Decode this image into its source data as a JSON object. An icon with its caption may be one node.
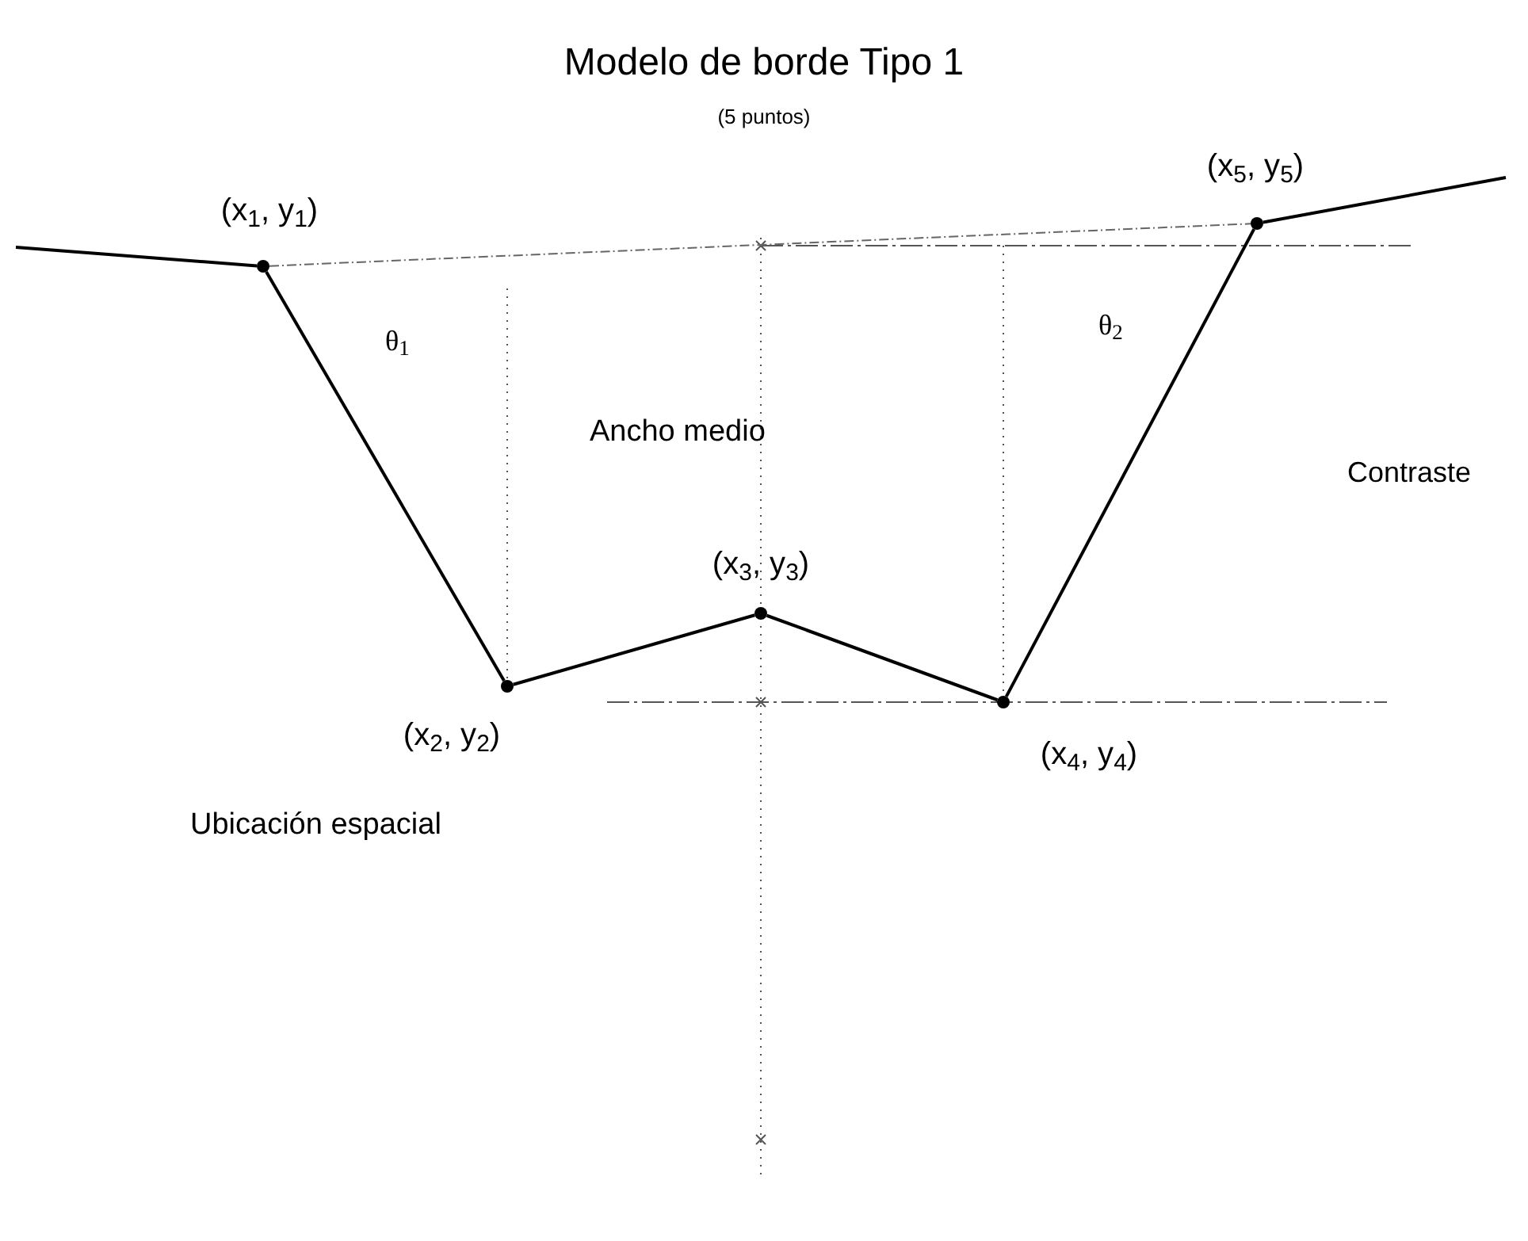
{
  "diagram": {
    "title": "Modelo de borde Tipo 1",
    "nodes": [
      {
        "text": [],
        "shape": "circle",
        "beside": [
          "(x$_{1}$, y$_{1}$)"
        ]
      },
      {
        "text": [],
        "shape": "circle",
        "beside": [
          "(x$_{2}$, y$_{2}$)"
        ]
      },
      {
        "text": [],
        "shape": "circle",
        "beside": [
          "(x$_{3}$, y$_{3}$)"
        ]
      },
      {
        "text": [],
        "shape": "circle",
        "beside": [
          "(x$_{4}$, y$_{4}$)"
        ]
      },
      {
        "text": [],
        "shape": "circle",
        "beside": [
          "(x$_{5}$, y$_{5}$)"
        ]
      }
    ],
    "edges": [
      {
        "from": null,
        "to": 0,
        "arrow": "none"
      },
      {
        "from": 0,
        "to": 1,
        "arrow": "none"
      },
      {
        "from": 1,
        "to": 2,
        "arrow": "none"
      },
      {
        "from": 2,
        "to": 3,
        "arrow": "none"
      },
      {
        "from": 3,
        "to": 4,
        "arrow": "none"
      },
      {
        "from": 4,
        "to": null,
        "arrow": "none"
      },
      {
        "from": 0,
        "to": 4,
        "arrow": "none",
        "style": "dashed",
        "color": "#666666"
      }
    ],
    "labels": [
      "(5 puntos)",
      "θ$_{1}$",
      "θ$_{2}$",
      "Ancho medio",
      "Contraste",
      "Ubicación espacial"
    ]
  }
}
